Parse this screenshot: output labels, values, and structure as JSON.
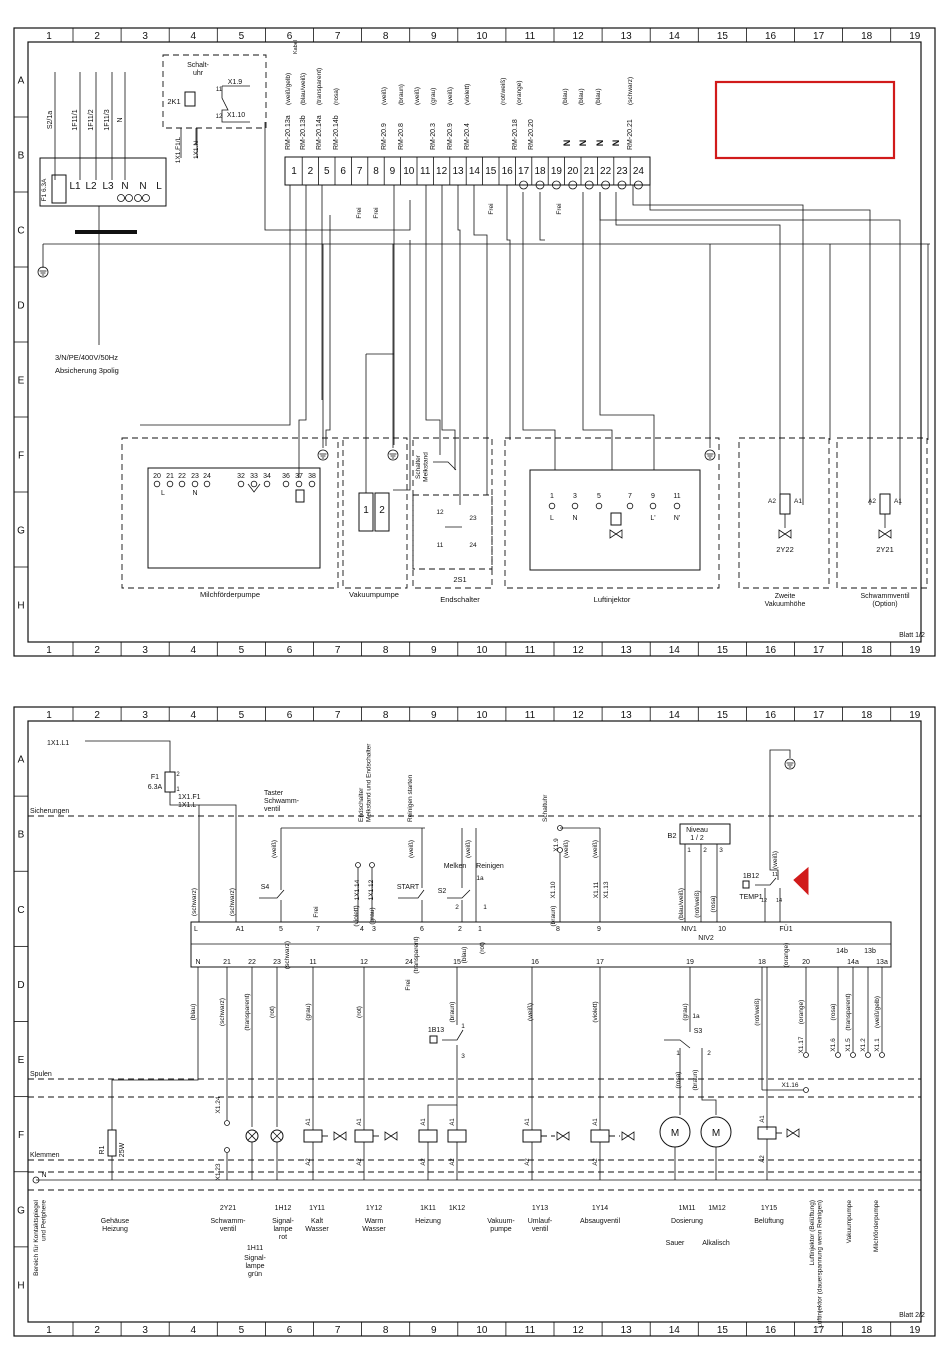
{
  "sheet1": {
    "columns": [
      "1",
      "2",
      "3",
      "4",
      "5",
      "6",
      "7",
      "8",
      "9",
      "10",
      "11",
      "12",
      "13",
      "14",
      "15",
      "16",
      "17",
      "18",
      "19"
    ],
    "rows": [
      "A",
      "B",
      "C",
      "D",
      "E",
      "F",
      "G",
      "H"
    ],
    "supply_wires": [
      "S2/1a",
      "1F11/1",
      "1F11/2",
      "1F11/3",
      "N"
    ],
    "supply_fuse": "F1 6.3A",
    "supply_terminals": [
      "L1",
      "L2",
      "L3",
      "N",
      "N",
      "L"
    ],
    "supply_note": "3/N/PE/400V/50Hz",
    "supply_note2": "Absicherung 3polig",
    "timer_title": "Schalt-\nuhr",
    "timer_relay": "2K1",
    "timer_x19": "X1.9",
    "timer_x110": "X1.10",
    "timer_pin11": "11",
    "timer_pin12": "12",
    "timer_x1f1": "1X1.F1/L",
    "timer_x1n": "1X1.N",
    "strip_terminals": [
      "1",
      "2",
      "5",
      "6",
      "7",
      "8",
      "9",
      "10",
      "11",
      "12",
      "13",
      "14",
      "15",
      "16",
      "17",
      "18",
      "19",
      "20",
      "21",
      "22",
      "23",
      "24"
    ],
    "rm_labels": [
      "RM-20.13a",
      "RM-20.13b",
      "RM-20.14a",
      "RM-20.14b",
      "RM-20.9",
      "RM-20.8",
      "RM-20.3",
      "RM-20.9",
      "RM-20.4",
      "RM-20.18",
      "RM-20.20",
      "RM-20.21"
    ],
    "wire_colors_top": [
      "(weiß/gelb)",
      "(blau/weiß)",
      "(transparent)",
      "(rosa)",
      "(weiß)",
      "(braun)",
      "(weiß)",
      "(grau)",
      "(weiß)",
      "(violett)",
      "(rot/weiß)",
      "(orange)",
      "(blau)",
      "(blau)",
      "(blau)",
      "(schwarz)"
    ],
    "kabel_label": "Kabel",
    "n_marks": [
      "N",
      "N",
      "N",
      "N"
    ],
    "frei": [
      "Frei",
      "Frei",
      "Frei",
      "Frei"
    ],
    "milch_terminals": [
      "20",
      "21",
      "22",
      "23",
      "24",
      "32",
      "33",
      "34",
      "36",
      "37",
      "38"
    ],
    "milch_sub": [
      "L",
      "N"
    ],
    "milch_label": "Milchförderpumpe",
    "vakuum_terms": [
      "1",
      "2"
    ],
    "vakuum_label": "Vakuumpumpe",
    "endsch_title": "Schalter\nMelkstand",
    "endsch_pins": [
      "12",
      "23",
      "11",
      "24"
    ],
    "endsch_code": "2S1",
    "endsch_label": "Endschalter",
    "luft_terms": [
      "1",
      "3",
      "5",
      "7",
      "9",
      "11"
    ],
    "luft_sub": [
      "L",
      "N",
      "L'",
      "N'"
    ],
    "luft_label": "Luftinjektor",
    "v2y22": {
      "a2": "A2",
      "a1": "A1",
      "code": "2Y22",
      "label": "Zweite\nVakuumhöhe"
    },
    "v2y21": {
      "a2": "A2",
      "a1": "A1",
      "code": "2Y21",
      "label": "Schwammventil\n(Option)"
    },
    "blatt": "Blatt 1/2"
  },
  "sheet2": {
    "x1l1": "1X1.L1",
    "fuse_name": "F1",
    "fuse_value": "6.3A",
    "fuse_pin2": "2",
    "fuse_pin1": "1",
    "x1f1": "1X1.F1",
    "x1l": "1X1.L",
    "sicherungen": "Sicherungen",
    "spulen": "Spulen",
    "klemmen": "Klemmen",
    "taster": "Taster\nSchwamm-\nventil",
    "s4": "S4",
    "start": "START",
    "s2": "S2",
    "endsch_rot": "Endschalter\nMelkstand und Endschalter",
    "reinigen_rot": "Reinigen starten",
    "schaltuhr_rot": "Schaltuhr",
    "melken": "Melken",
    "reinigen": "Reinigen",
    "one_a": "1a",
    "s2_pins": [
      "2",
      "1"
    ],
    "pt_top": [
      "L",
      "A1",
      "5",
      "7",
      "4",
      "3",
      "6",
      "2",
      "1",
      "8",
      "9",
      "NIV1",
      "10",
      "FÜ1"
    ],
    "niv2": "NIV2",
    "pt_bottom": [
      "N",
      "21",
      "22",
      "23",
      "11",
      "12",
      "24",
      "15",
      "16",
      "17",
      "19",
      "18",
      "20",
      "14a",
      "13a"
    ],
    "pt_right": [
      "14b",
      "13b"
    ],
    "b2": "B2",
    "niveau": "Niveau\n1 / 2",
    "niv_pins": [
      "1",
      "2",
      "3"
    ],
    "b12": "1B12",
    "temp1": "TEMP1",
    "b12_pins": [
      "12",
      "14",
      "11"
    ],
    "frei2": [
      "Frei",
      "Frei"
    ],
    "color_top": [
      "(weiß)",
      "(weiß)",
      "(weiß)",
      "(weiß)",
      "(weiß)",
      "(schwarz)",
      "(schwarz)",
      "(violett)",
      "(grau)",
      "(braun)",
      "(blau/weiß)",
      "(rot/weiß)",
      "(rosa)",
      "(weiß)"
    ],
    "color_top_lab": [
      "1X1.14",
      "1X1.12",
      "X1.9",
      "X1.10",
      "X1.11",
      "X1.13"
    ],
    "color_bottom": [
      "(blau)",
      "(schwarz)",
      "(transparent)",
      "(rot)",
      "(grau)",
      "(rot)",
      "(braun)",
      "(weiß)",
      "(violett)",
      "(grau)",
      "(rot/weiß)",
      "(orange)",
      "(rosa)",
      "(transparent)",
      "(weiß/gelb)"
    ],
    "strip_mid": [
      "(schwarz)",
      "(transparent)",
      "(blau)",
      "(rot)",
      "(orange)"
    ],
    "b13": "1B13",
    "b13_pins": [
      "1",
      "3"
    ],
    "s3": "S3",
    "s3_pins": [
      "1",
      "2",
      "1a"
    ],
    "motor_label": "M",
    "rosa_label": "(rosa)",
    "braun_label": "(braun)",
    "x1_24": "X1.24",
    "x1_23": "X1.23",
    "x1_16": "X1.16",
    "x1_17": "X1.17",
    "x1_6": "X1.6",
    "x1_5": "X1.5",
    "x1_2": "X1.2",
    "x1_1": "X1.1",
    "r1": "R1",
    "r1_val": "25W",
    "coil_a1": "A1",
    "coil_a2": "A2",
    "n_mark": "N",
    "consumers": [
      {
        "code": "",
        "name": "Gehäuse\nHeizung"
      },
      {
        "code": "2Y21",
        "name": "Schwamm-\nventil"
      },
      {
        "code": "1H12",
        "name": "Signal-\nlampe\nrot"
      },
      {
        "code": "1H11",
        "name": "Signal-\nlampe\ngrün"
      },
      {
        "code": "1Y11",
        "name": "Kalt\nWasser"
      },
      {
        "code": "1Y12",
        "name": "Warm\nWasser"
      },
      {
        "code": "1K11",
        "name": "Heizung"
      },
      {
        "code": "1K12",
        "name": ""
      },
      {
        "code": "",
        "name": "Vakuum-\npumpe"
      },
      {
        "code": "1Y13",
        "name": "Umlauf-\nventil"
      },
      {
        "code": "1Y14",
        "name": "Absaugventil"
      },
      {
        "code": "1M11",
        "name": "Dosierung"
      },
      {
        "code": "1M12",
        "name": ""
      },
      {
        "code": "1Y15",
        "name": "Belüftung"
      }
    ],
    "sauer": "Sauer",
    "alkalisch": "Alkalisch",
    "bereich": "Bereich für Kontaktspiegel\nund Periphere",
    "rot_right": [
      "Luftinjektor (Belüftung)\nLuftinjektor (dauerspannung wenn Reinigen)",
      "Vakuumpumpe",
      "Milchförderpumpe"
    ],
    "blatt": "Blatt 2/2"
  }
}
